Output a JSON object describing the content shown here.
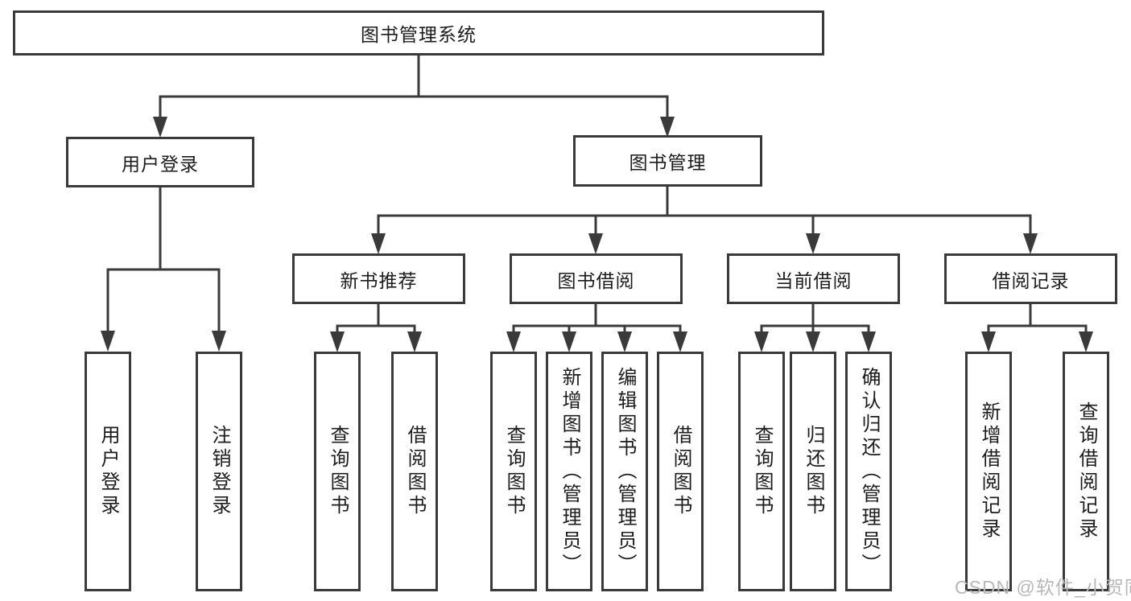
{
  "watermark": {
    "text": "CSDN @软件_小贺同学"
  },
  "colors": {
    "line": "#3a3a3a",
    "box_border": "#3a3a3a",
    "text": "#1c1c1c",
    "watermark": "#b8b8b8",
    "background": "#ffffff"
  },
  "tree": {
    "label": "图书管理系统",
    "children": [
      {
        "label": "用户登录",
        "children": [
          {
            "label": "用户登录"
          },
          {
            "label": "注销登录"
          }
        ]
      },
      {
        "label": "图书管理",
        "children": [
          {
            "label": "新书推荐",
            "children": [
              {
                "label": "查询图书"
              },
              {
                "label": "借阅图书"
              }
            ]
          },
          {
            "label": "图书借阅",
            "children": [
              {
                "label": "查询图书"
              },
              {
                "label": "新增图书（管理员）"
              },
              {
                "label": "编辑图书（管理员）"
              },
              {
                "label": "借阅图书"
              }
            ]
          },
          {
            "label": "当前借阅",
            "children": [
              {
                "label": "查询图书"
              },
              {
                "label": "归还图书"
              },
              {
                "label": "确认归还（管理员）"
              }
            ]
          },
          {
            "label": "借阅记录",
            "children": [
              {
                "label": "新增借阅记录"
              },
              {
                "label": "查询借阅记录"
              }
            ]
          }
        ]
      }
    ]
  }
}
